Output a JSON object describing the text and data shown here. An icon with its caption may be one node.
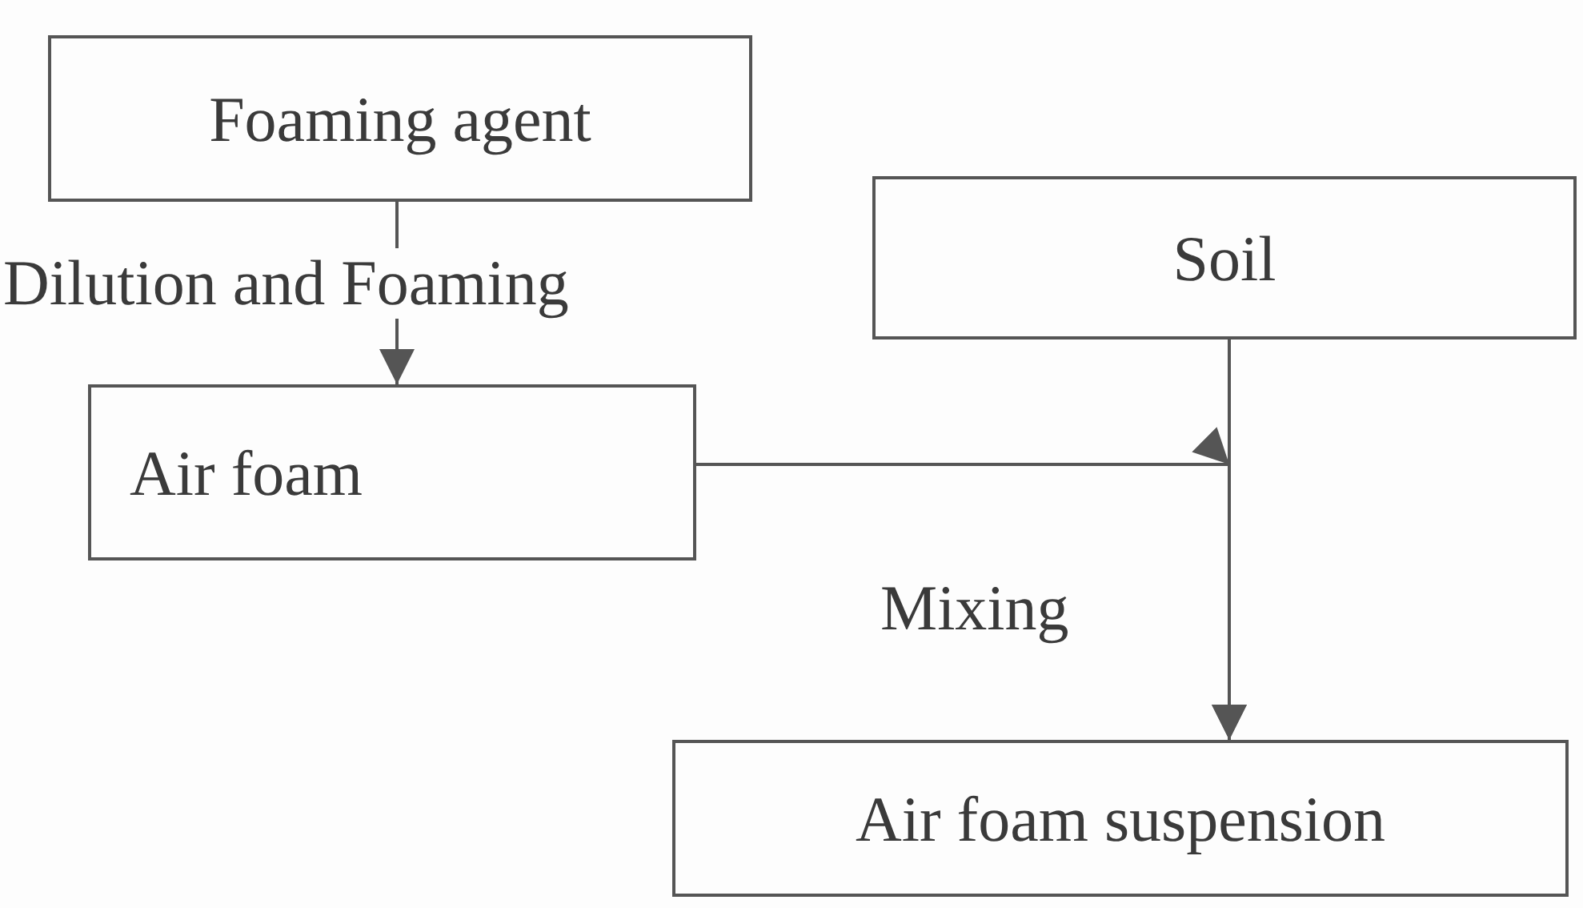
{
  "diagram": {
    "nodes": [
      {
        "text": [
          "Foaming agent"
        ]
      },
      {
        "text": [
          "Air foam"
        ]
      },
      {
        "text": [
          "Soil"
        ]
      },
      {
        "text": [
          "Air foam suspension"
        ]
      }
    ],
    "edges": [
      {
        "from": 0,
        "to": 1,
        "arrow": "to",
        "label": "Dilution and Foaming"
      },
      {
        "from": 1,
        "to": 3,
        "arrow": "to"
      },
      {
        "from": 2,
        "to": 3,
        "arrow": "to",
        "label": "Mixing"
      }
    ]
  }
}
